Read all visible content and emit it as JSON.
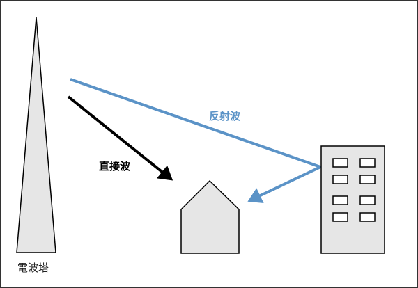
{
  "labels": {
    "tower": "電波塔",
    "direct_wave": "直接波",
    "reflected_wave": "反射波"
  },
  "colors": {
    "reflected": "#5b93c7",
    "direct": "#000000",
    "fill": "#e6e6e6"
  }
}
